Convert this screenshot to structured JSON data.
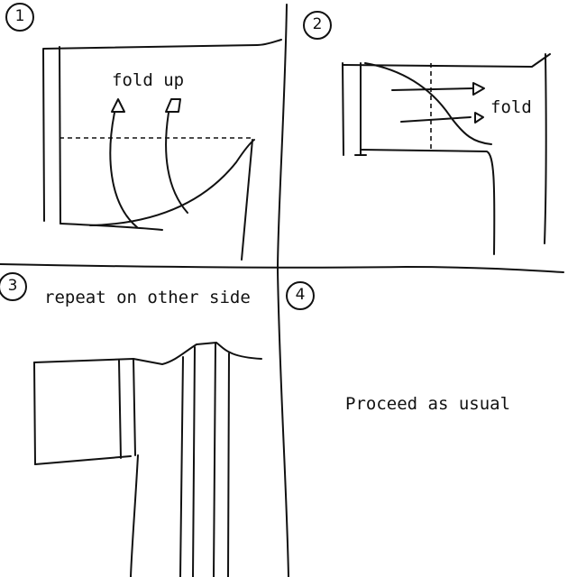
{
  "steps": [
    {
      "number": "1",
      "label": "fold up"
    },
    {
      "number": "2",
      "label": "fold"
    },
    {
      "number": "3",
      "label": "repeat on other side"
    },
    {
      "number": "4",
      "label": "Proceed as usual"
    }
  ],
  "colors": {
    "ink": "#111111",
    "background": "#ffffff"
  }
}
